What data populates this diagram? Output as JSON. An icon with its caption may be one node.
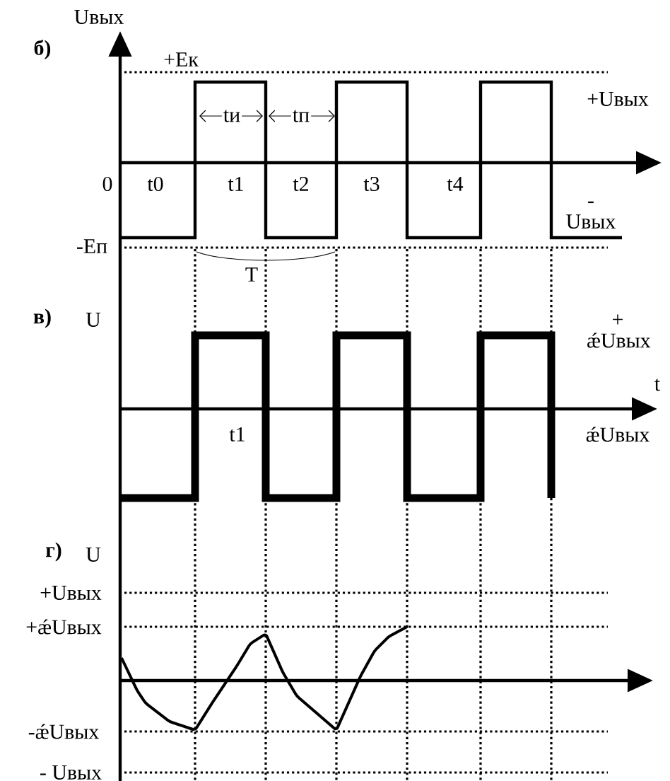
{
  "diagram": {
    "labels": [
      "Uвых",
      "б)",
      "+Ек",
      "+Uвых",
      "tи",
      "tп",
      "0",
      "t0",
      "t1",
      "t2",
      "t3",
      "t4",
      "- Uвых",
      "-Еп",
      "T",
      "в)",
      "U",
      "+ ǽUвых",
      "t",
      "t1",
      "ǽUвых",
      "г)",
      "U",
      "+Uвых",
      "+ǽUвых",
      "-ǽUвых",
      "- Uвых"
    ]
  }
}
